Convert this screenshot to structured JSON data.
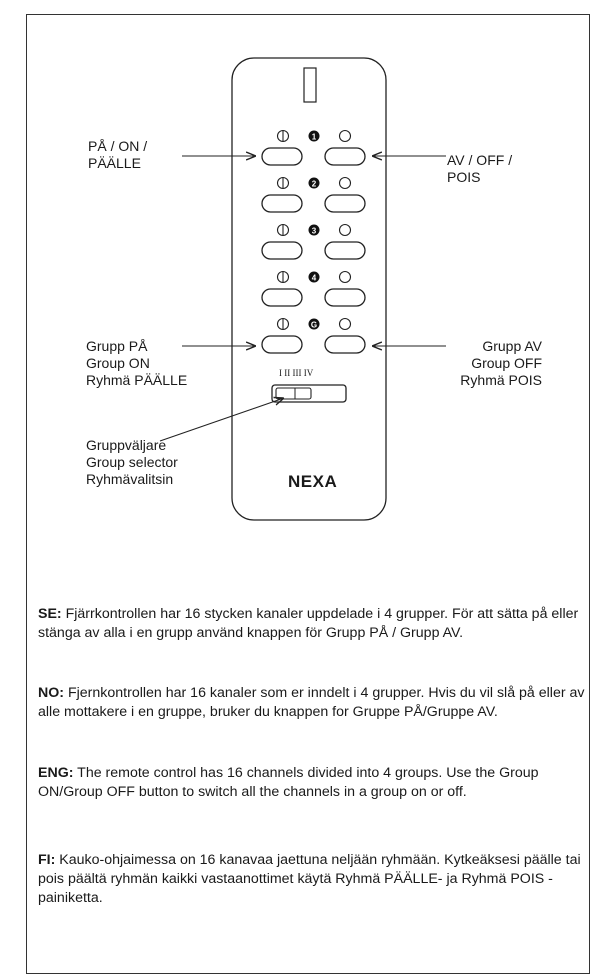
{
  "diagram": {
    "remote_brand": "NEXA",
    "group_switch_positions": "I II III IV",
    "channel_numbers": [
      "1",
      "2",
      "3",
      "4",
      "G"
    ],
    "labels": {
      "on": "PÅ / ON /\nPÄÄLLE",
      "off": "AV / OFF /\nPOIS",
      "group_on": "Grupp PÅ\nGroup ON\nRyhmä PÄÄLLE",
      "group_off": "Grupp AV\nGroup OFF\nRyhmä POIS",
      "group_selector": "Gruppväljare\nGroup selector\nRyhmävalitsin"
    }
  },
  "paragraphs": [
    {
      "lang": "SE:",
      "text": " Fjärrkontrollen har 16 stycken kanaler uppdelade i 4 grupper. För att sätta på eller stänga av alla i en grupp använd knappen för Grupp PÅ / Grupp AV."
    },
    {
      "lang": "NO:",
      "text": " Fjernkontrollen har 16 kanaler som er inndelt i 4 grupper. Hvis du vil slå på eller av alle mottakere i en gruppe, bruker du knappen for Gruppe PÅ/Gruppe AV."
    },
    {
      "lang": "ENG:",
      "text": " The remote control has 16 channels divided into 4 groups. Use the Group ON/Group OFF button to switch all the channels in a group on or off."
    },
    {
      "lang": "FI:",
      "text": " Kauko-ohjaimessa on 16 kanavaa jaettuna neljään ryhmään. Kytkeäksesi päälle tai pois päältä ryhmän kaikki vastaanottimet käytä Ryhmä PÄÄLLE- ja Ryhmä POIS -painiketta."
    }
  ]
}
